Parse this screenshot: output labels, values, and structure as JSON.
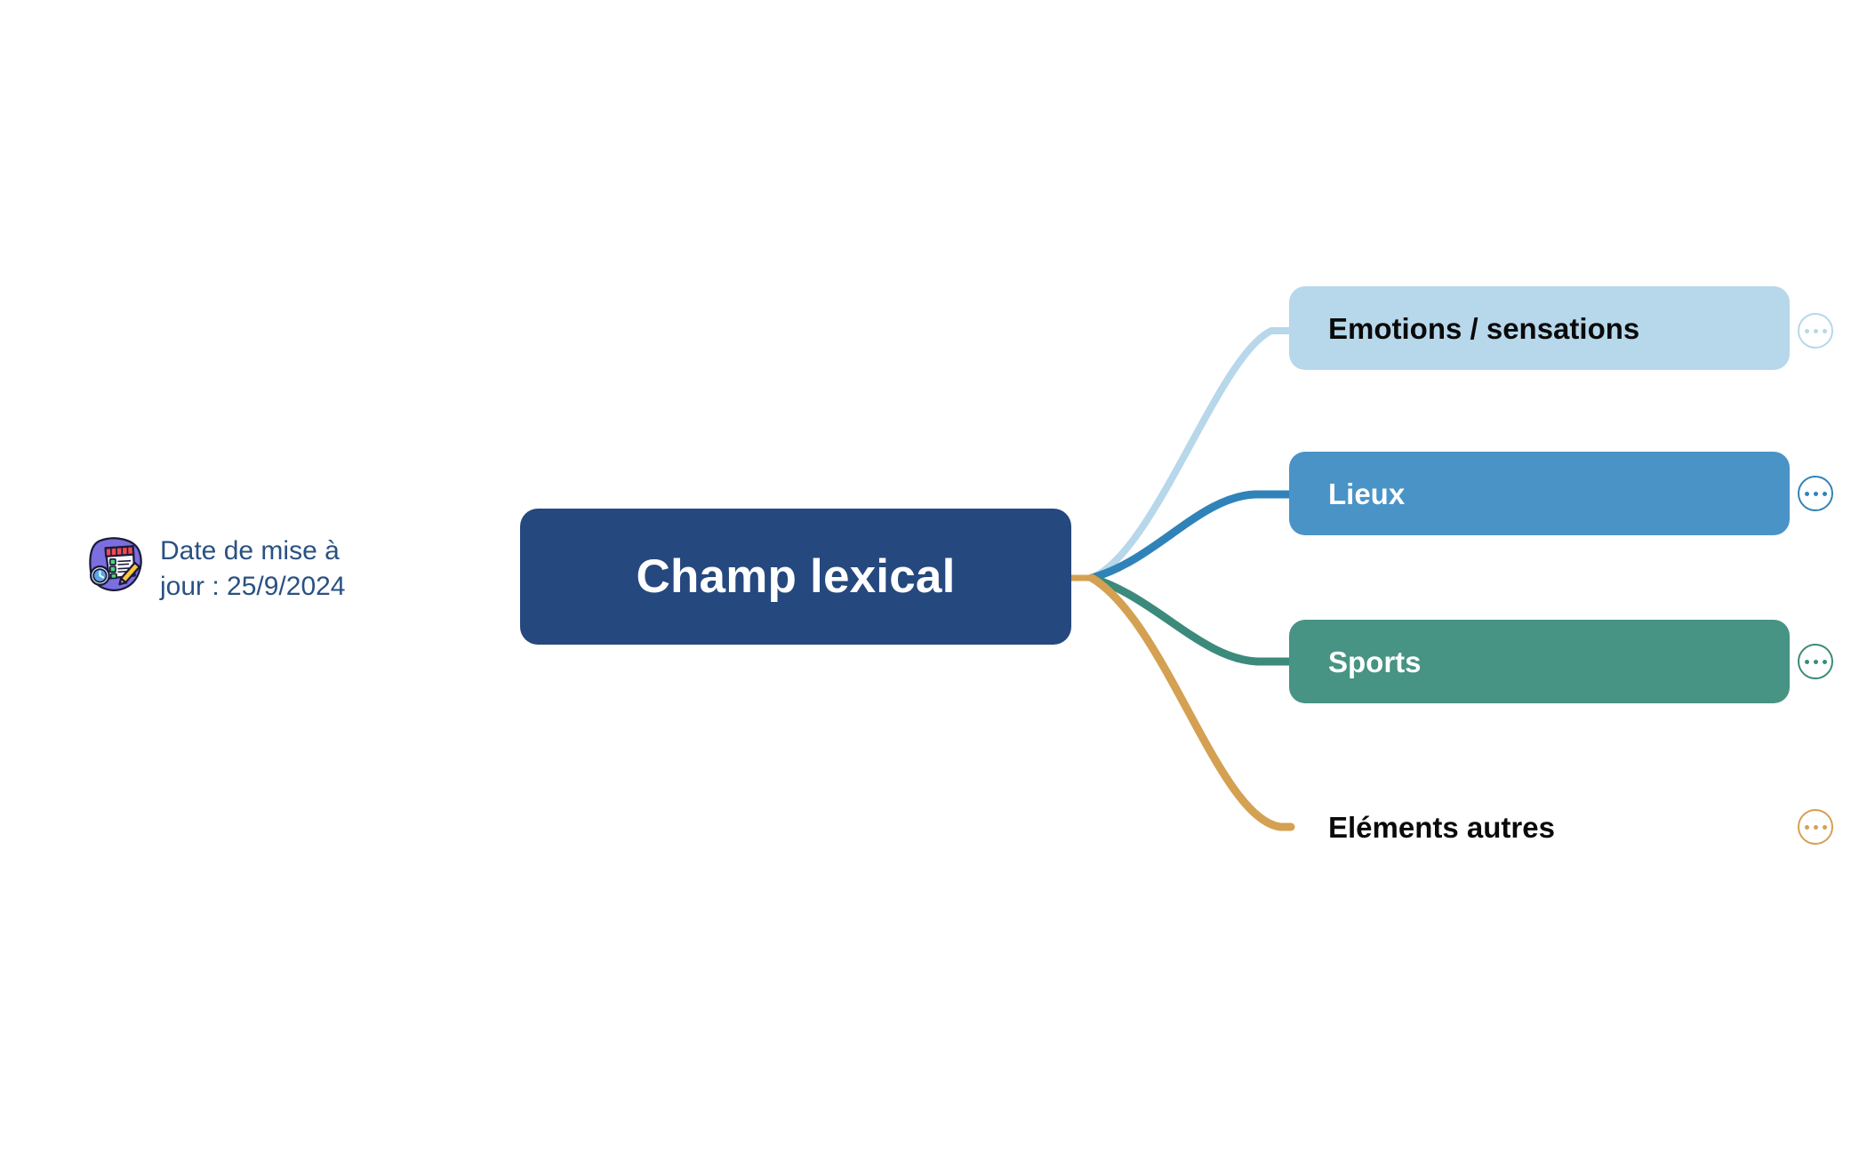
{
  "mindmap": {
    "root": {
      "label": "Champ lexical",
      "fill": "#25487e",
      "text_color": "#ffffff"
    },
    "branches": [
      {
        "label": "Emotions / sensations",
        "fill": "#b7d7ea",
        "text_color": "#0a0a0a",
        "edge_color": "#b7d7ea",
        "expander_icon": "ellipsis-icon",
        "collapsed": true
      },
      {
        "label": "Lieux",
        "fill": "#4a93c6",
        "text_color": "#ffffff",
        "edge_color": "#3083b8",
        "expander_icon": "ellipsis-icon",
        "collapsed": true
      },
      {
        "label": "Sports",
        "fill": "#479384",
        "text_color": "#ffffff",
        "edge_color": "#3c8a7b",
        "expander_icon": "ellipsis-icon",
        "collapsed": true
      },
      {
        "label": "Eléments autres",
        "fill": "#d9a košul",
        "text_color": "#0a0a0a",
        "edge_color": "#d4a052",
        "expander_icon": "ellipsis-icon",
        "collapsed": true
      }
    ]
  },
  "note": {
    "icon": "calendar-checklist-pencil-icon",
    "text": "Date de mise à jour : 25/9/2024",
    "text_color": "#2a5183"
  }
}
